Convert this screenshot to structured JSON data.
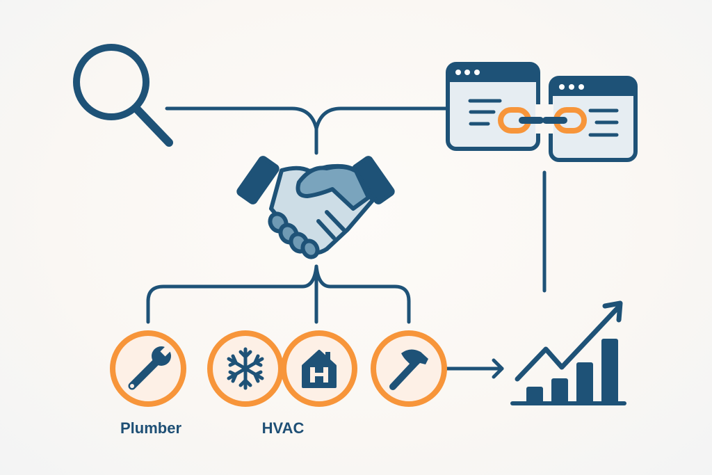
{
  "diagram": {
    "nodes": [
      {
        "id": "search",
        "icon": "magnifier-icon"
      },
      {
        "id": "partnership",
        "icon": "handshake-icon"
      },
      {
        "id": "linked-websites",
        "icon": "linked-browser-windows-icon"
      },
      {
        "id": "plumber",
        "icon": "wrench-icon",
        "label": "Plumber"
      },
      {
        "id": "hvac-cold",
        "icon": "snowflake-icon"
      },
      {
        "id": "hvac-home",
        "icon": "house-icon"
      },
      {
        "id": "hvac_group",
        "label": "HVAC"
      },
      {
        "id": "contractor",
        "icon": "hammer-icon"
      },
      {
        "id": "growth",
        "icon": "growth-chart-icon"
      }
    ],
    "labels": {
      "plumber": "Plumber",
      "hvac": "HVAC"
    },
    "colors": {
      "primary": "#1e5277",
      "accent": "#f7953a",
      "circle_fill": "#fdf0e6",
      "window_fill": "#e6edf2",
      "background": "#faf7f3"
    }
  }
}
